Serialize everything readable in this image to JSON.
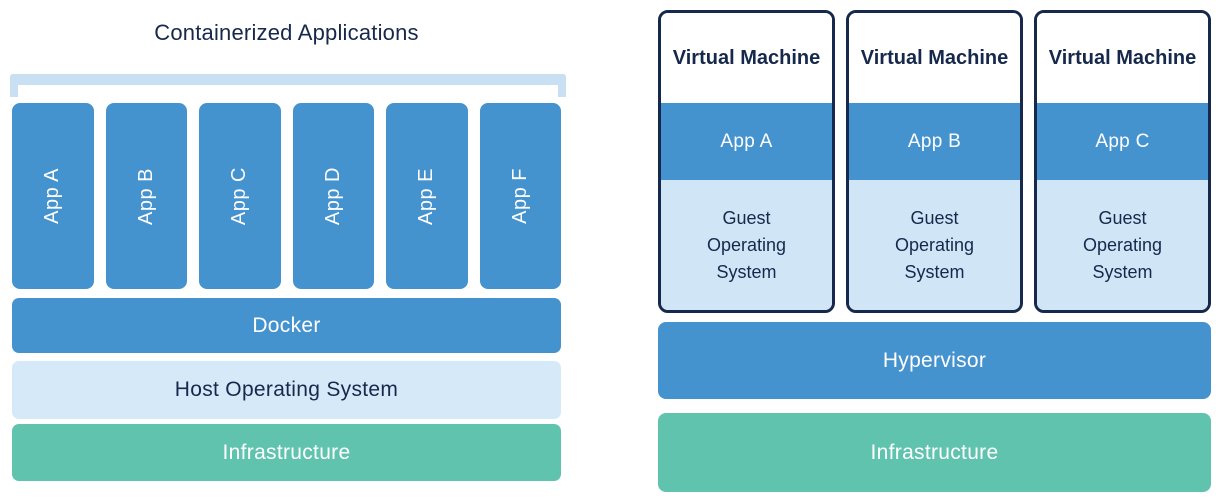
{
  "left": {
    "title": "Containerized Applications",
    "apps": [
      {
        "label": "App A"
      },
      {
        "label": "App B"
      },
      {
        "label": "App C"
      },
      {
        "label": "App D"
      },
      {
        "label": "App E"
      },
      {
        "label": "App F"
      }
    ],
    "layers": {
      "docker": "Docker",
      "host_os": "Host Operating System",
      "infrastructure": "Infrastructure"
    }
  },
  "right": {
    "vms": [
      {
        "title": "Virtual Machine",
        "app": "App A",
        "guest_os": "Guest Operating System"
      },
      {
        "title": "Virtual Machine",
        "app": "App B",
        "guest_os": "Guest Operating System"
      },
      {
        "title": "Virtual Machine",
        "app": "App C",
        "guest_os": "Guest Operating System"
      }
    ],
    "layers": {
      "hypervisor": "Hypervisor",
      "infrastructure": "Infrastructure"
    }
  },
  "colors": {
    "accent_blue": "#4492ce",
    "light_blue_fill": "#d0e6f6",
    "host_os_fill": "#d6e9f8",
    "teal": "#60c3ae",
    "bracket_blue": "#c9dff4",
    "navy_text": "#16294c",
    "background": "#ffffff"
  }
}
